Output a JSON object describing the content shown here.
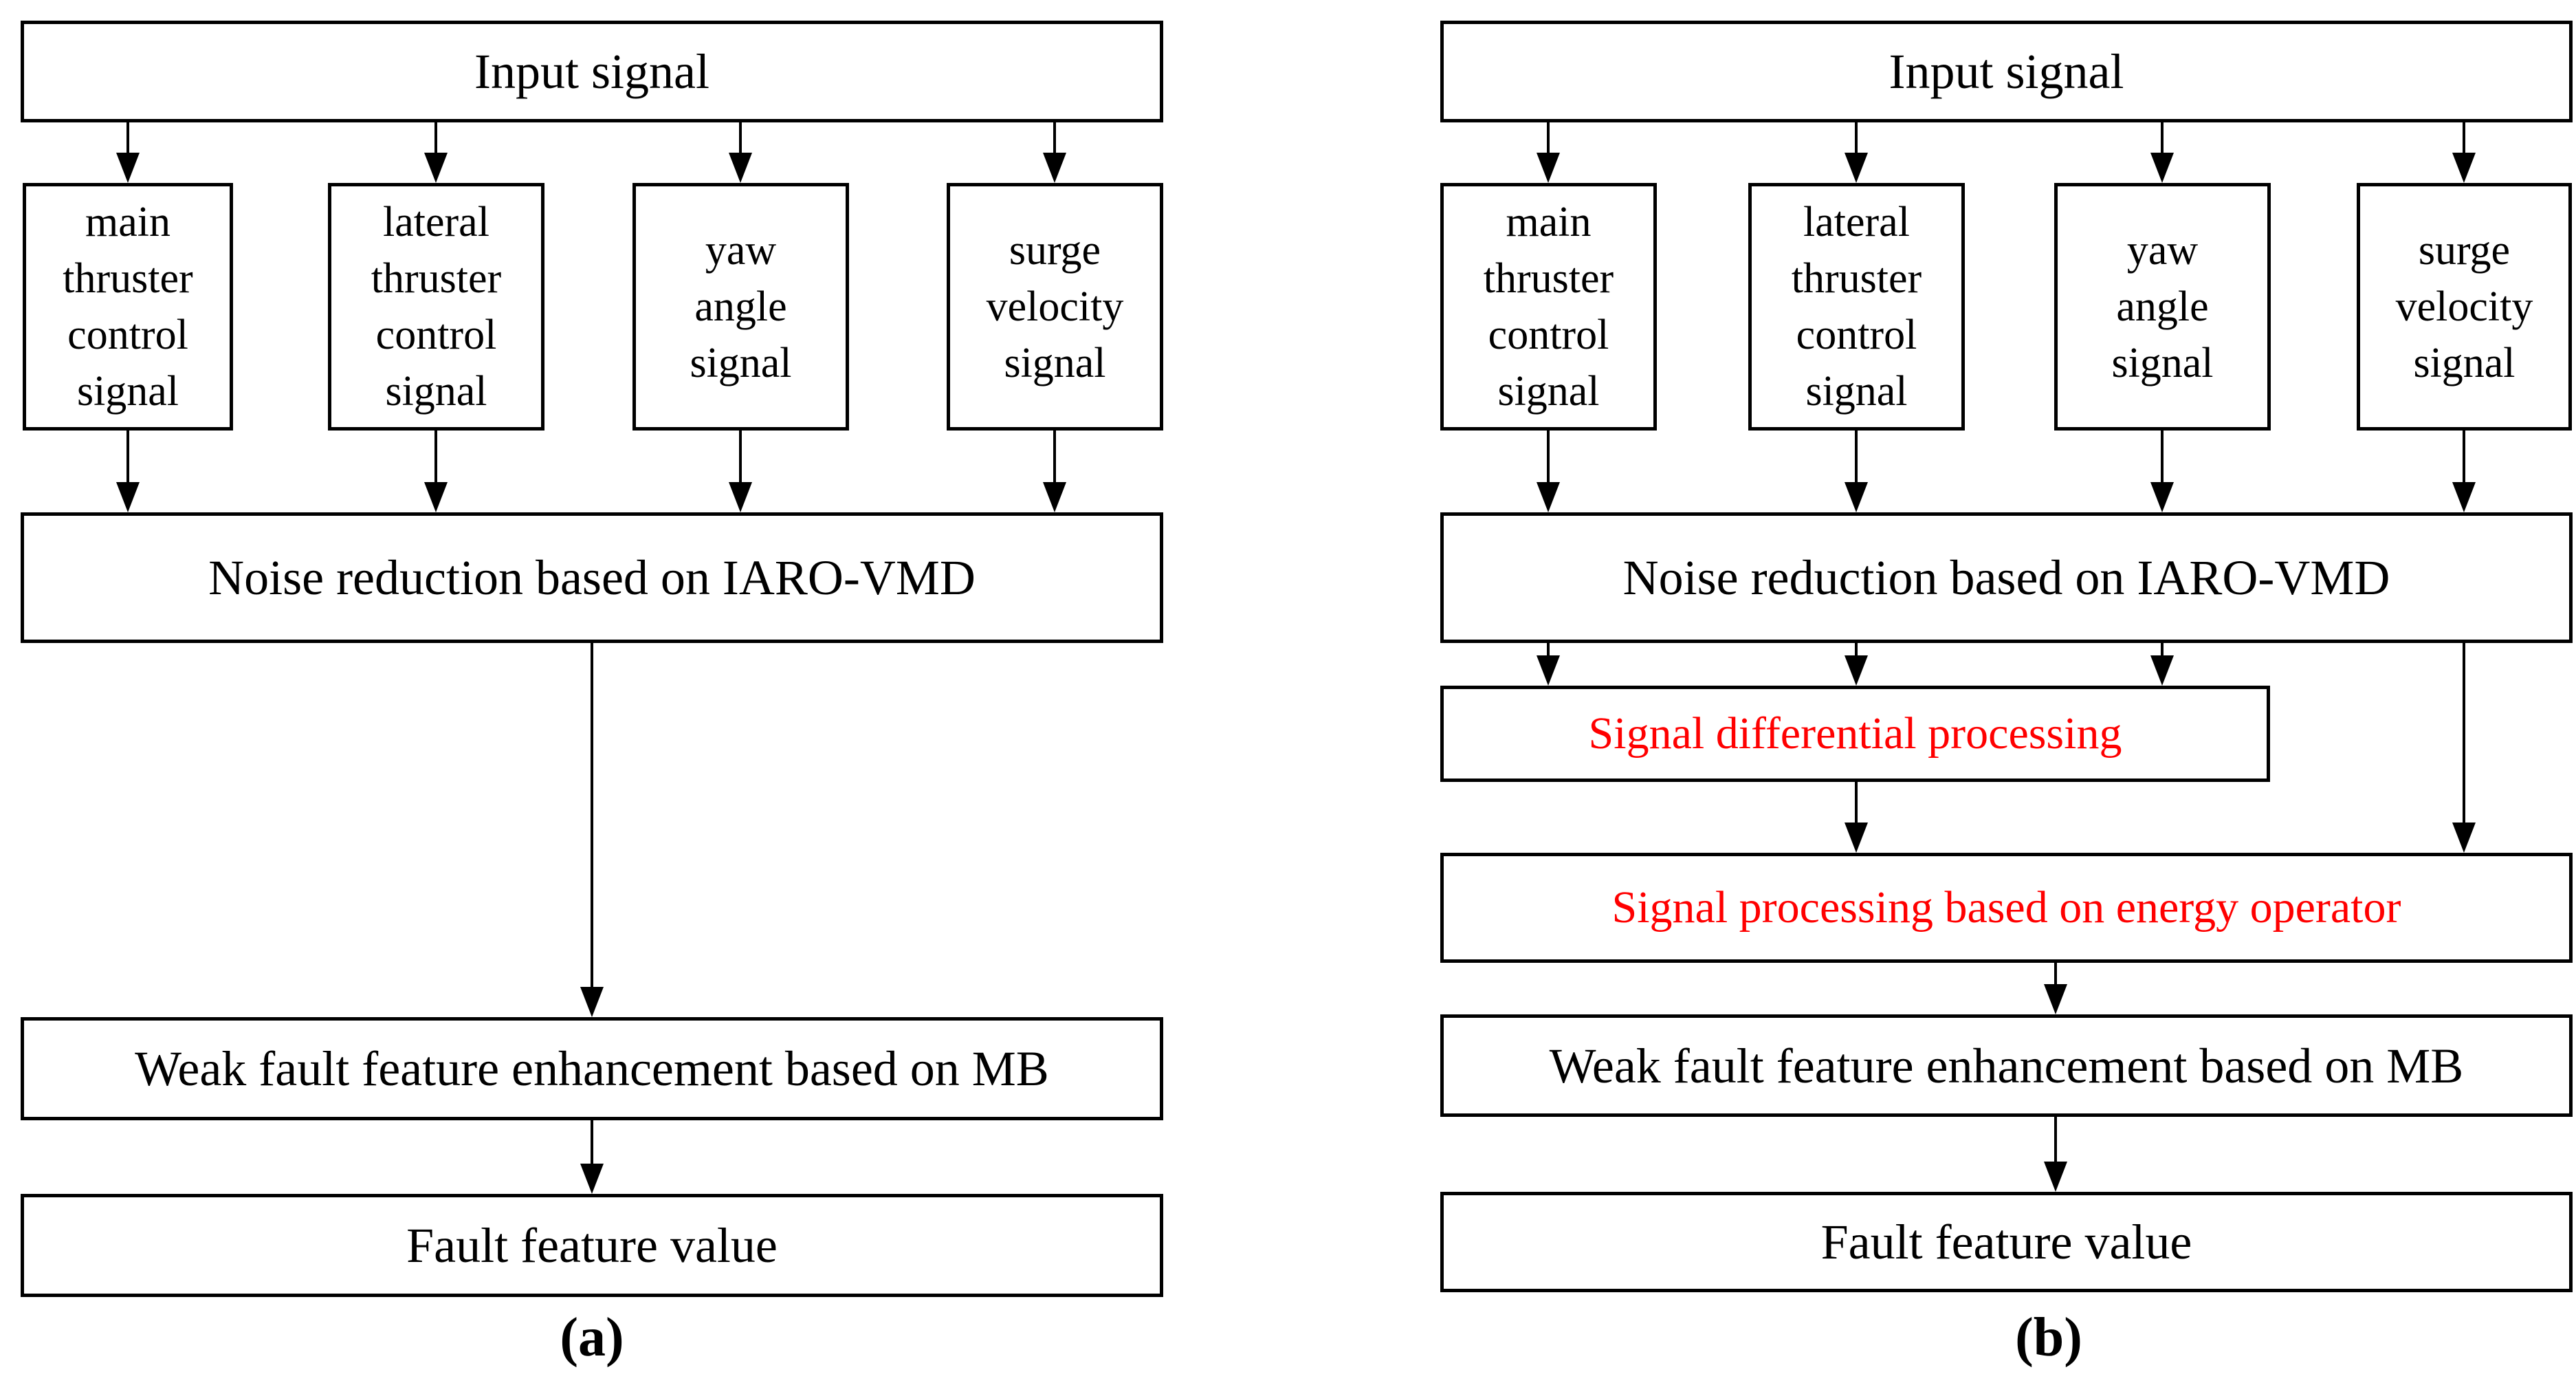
{
  "figure_type": "flowchart_pair",
  "colors": {
    "ink": "#000000",
    "highlight": "#ff0000",
    "background": "#ffffff"
  },
  "panels": {
    "a": {
      "caption": "(a)",
      "input": "Input signal",
      "sources": [
        "main\nthruster\ncontrol\nsignal",
        "lateral\nthruster\ncontrol\nsignal",
        "yaw\nangle\nsignal",
        "surge\nvelocity\nsignal"
      ],
      "noise": "Noise reduction based on IARO-VMD",
      "enhance": "Weak fault feature enhancement based on MB",
      "output": "Fault feature value"
    },
    "b": {
      "caption": "(b)",
      "input": "Input signal",
      "sources": [
        "main\nthruster\ncontrol\nsignal",
        "lateral\nthruster\ncontrol\nsignal",
        "yaw\nangle\nsignal",
        "surge\nvelocity\nsignal"
      ],
      "noise": "Noise reduction based on IARO-VMD",
      "diff": "Signal differential processing",
      "energy": "Signal processing based on energy operator",
      "enhance": "Weak fault feature enhancement based on MB",
      "output": "Fault feature value"
    }
  }
}
